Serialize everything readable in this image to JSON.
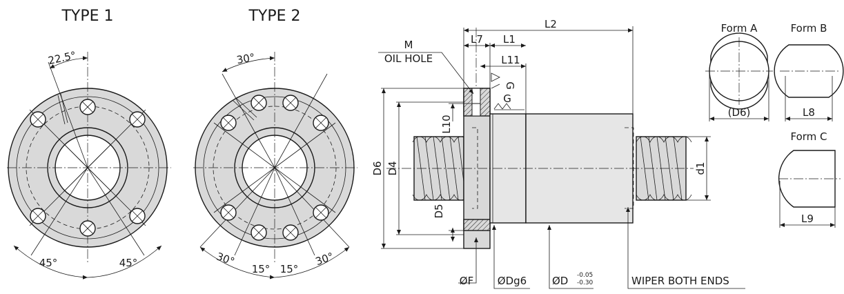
{
  "titles": {
    "type1": "TYPE 1",
    "type2": "TYPE 2"
  },
  "type1_angles": {
    "top": "22.5°",
    "left": "45°",
    "right": "45°"
  },
  "type2_angles": {
    "top": "30°",
    "left": "30°",
    "mid_left": "15°",
    "mid_right": "15°",
    "right": "30°"
  },
  "side_view": {
    "L2": "L2",
    "L7": "L7",
    "L1": "L1",
    "L11": "L11",
    "M": "M",
    "oil_hole": "OIL HOLE",
    "G_top": "G",
    "G_mid": "G",
    "D6": "D6",
    "D4": "D4",
    "L10": "L10",
    "D5": "D5",
    "d1": "d1",
    "F": "ØF",
    "Dg6": "ØDg6",
    "D": "ØD",
    "tol_upper": "-0.05",
    "tol_lower": "-0.30",
    "wiper": "WIPER BOTH ENDS"
  },
  "forms": {
    "a_title": "Form A",
    "a_dim": "(D6)",
    "b_title": "Form B",
    "b_dim": "L8",
    "c_title": "Form C",
    "c_dim": "L9"
  }
}
